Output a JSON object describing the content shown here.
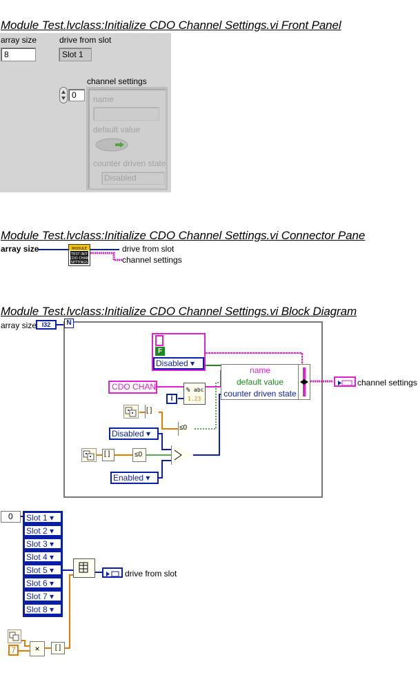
{
  "front_panel": {
    "title": "Module Test.lvclass:Initialize CDO Channel Settings.vi Front Panel",
    "array_size_label": "array size",
    "array_size_value": "8",
    "drive_from_slot_label": "drive from slot",
    "drive_from_slot_value": "Slot 1",
    "channel_settings_label": "channel settings",
    "index_value": "0",
    "name_label": "name",
    "default_value_label": "default value",
    "counter_driven_state_label": "counter driven state",
    "counter_driven_state_value": "Disabled"
  },
  "connector_pane": {
    "title": "Module Test.lvclass:Initialize CDO Channel Settings.vi Connector Pane",
    "input_label": "array size",
    "output_drive": "drive from slot",
    "output_channel": "channel settings",
    "icon_text": "MODULE TEST INIT CDO CHAN SETTINGS"
  },
  "block_diagram": {
    "title": "Module Test.lvclass:Initialize CDO Channel Settings.vi Block Diagram",
    "array_size_label": "array size",
    "i32_tag": "I32",
    "n_tag": "N",
    "i_tag": "i",
    "bool_constant": "F",
    "disabled_enum": "Disabled",
    "enabled_enum": "Enabled",
    "cdo_chan_string": "CDO CHAN",
    "bundle_fields": [
      "name",
      "default value",
      "counter driven state"
    ],
    "channel_settings_label": "channel settings",
    "drive_from_slot_label": "drive from slot",
    "zero_index": "0",
    "slots": [
      "Slot 1",
      "Slot 2",
      "Slot 3",
      "Slot 4",
      "Slot 5",
      "Slot 6",
      "Slot 7",
      "Slot 8"
    ],
    "multiplier_constant": "7",
    "compare_label": "≤0",
    "multiply_symbol": "×"
  },
  "colors": {
    "panel_grey": "#d4d4d4",
    "enum_blue": "#0a1fa8",
    "string_pink": "#e31fd0",
    "bool_green": "#1e8a1e",
    "number_orange": "#e07a00",
    "node_yellow": "#fffff0"
  }
}
